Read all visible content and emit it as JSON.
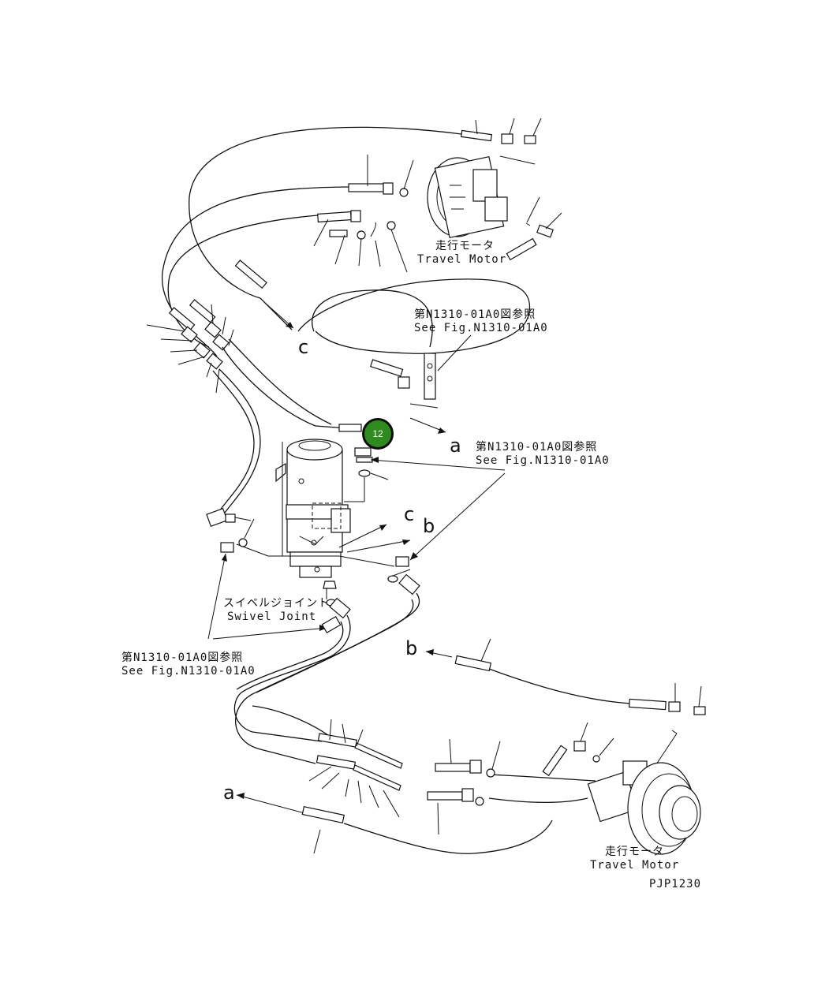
{
  "badge": {
    "number": "12",
    "color": "#2e8b1e"
  },
  "labels": {
    "travel_motor_top_jp": "走行モータ",
    "travel_motor_top_en": "Travel Motor",
    "ref_top_jp": "第N1310-01A0図参照",
    "ref_top_en": "See Fig.N1310-01A0",
    "ref_mid_jp": "第N1310-01A0図参照",
    "ref_mid_en": "See Fig.N1310-01A0",
    "swivel_jp": "スイベルジョイント",
    "swivel_en": "Swivel Joint",
    "ref_left_jp": "第N1310-01A0図参照",
    "ref_left_en": "See Fig.N1310-01A0",
    "travel_motor_bottom_jp": "走行モータ",
    "travel_motor_bottom_en": "Travel Motor",
    "drawing_code": "PJP1230"
  },
  "letters": {
    "c_top": "c",
    "a_mid": "a",
    "c_swivel": "c",
    "b_swivel": "b",
    "b_lower": "b",
    "a_lower": "a"
  }
}
